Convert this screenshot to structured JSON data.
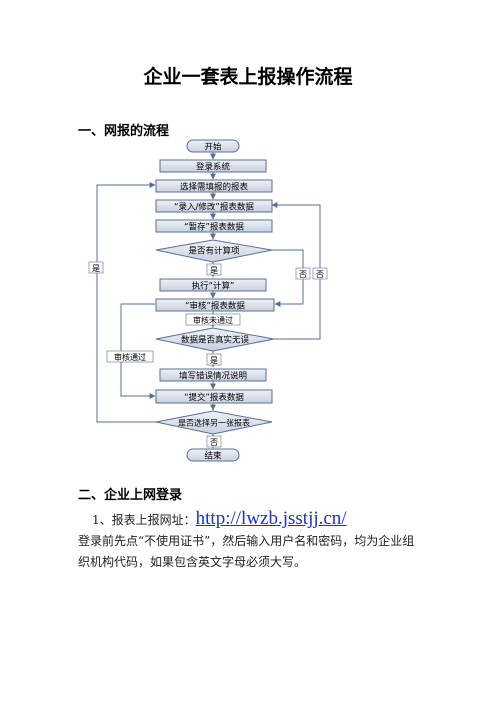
{
  "doc": {
    "title": "企业一套表上报操作流程",
    "section1": "一、网报的流程",
    "section2": "二、企业上网登录",
    "item1_prefix": "1、报表上报网址：",
    "url": "http://lwzb.jsstjj.cn/",
    "para_line1": "登录前先点“不使用证书”，然后输入用户名和密码，均为企业组",
    "para_line2": "织机构代码，如果包含英文字母必须大写。"
  },
  "flow": {
    "start": "开始",
    "login": "登录系统",
    "select": "选择需填报的报表",
    "input": "“录入/修改”报表数据",
    "save": "“暂存”报表数据",
    "has_calc": "是否有计算项",
    "exec_calc": "执行“计算”",
    "audit": "“审核”报表数据",
    "audit_fail": "审核未通过",
    "data_true": "数据是否真实无误",
    "fill_explain": "填写错误情况说明",
    "submit": "“提交”报表数据",
    "choose_other": "是否选择另一张报表",
    "end": "结束",
    "yes": "是",
    "no": "否",
    "audit_pass": "审核通过"
  }
}
